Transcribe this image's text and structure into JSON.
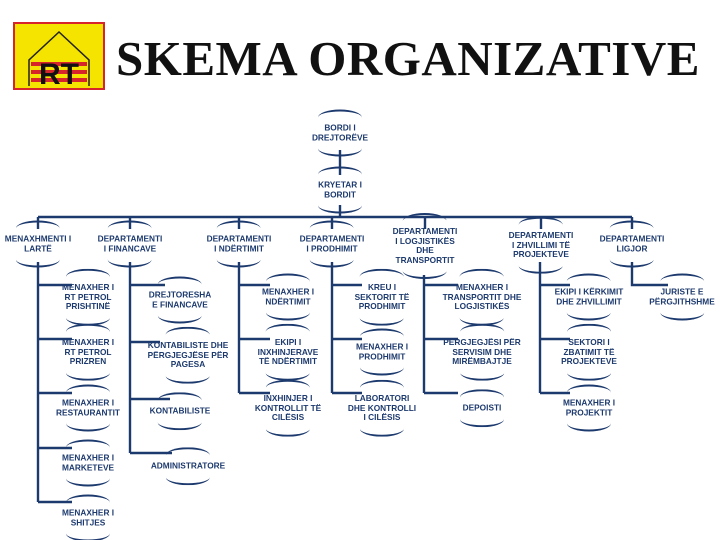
{
  "header": {
    "title": "SKEMA ORGANIZATIVE",
    "logo_text": "RT"
  },
  "colors": {
    "navy": "#1d3a6e",
    "logo_yellow": "#f5e400",
    "logo_red": "#d7262b"
  },
  "top": [
    {
      "label": "BORDI I\nDREJTORËVE"
    },
    {
      "label": "KRYETAR I\nBORDIT"
    }
  ],
  "departments": [
    {
      "label": "MENAXHMENTI I\nLARTË",
      "children": [
        "MENAXHER I\nRT PETROL\nPRISHTINË",
        "MENAXHER I\nRT PETROL\nPRIZREN",
        "MENAXHER I\nRESTAURANTIT",
        "MENAXHER I\nMARKETEVE",
        "MENAXHER I\nSHITJES"
      ]
    },
    {
      "label": "DEPARTAMENTI\nI FINANCAVE",
      "children": [
        "DREJTORESHA\nE FINANCAVE",
        "KONTABILISTE DHE\nPËRGJEGJËSE PËR\nPAGESA",
        "KONTABILISTE",
        "ADMINISTRATORE"
      ]
    },
    {
      "label": "DEPARTAMENTI\nI NDËRTIMIT",
      "children": [
        "MENAXHER I\nNDËRTIMIT",
        "EKIPI I\nINXHINJERAVE\nTË NDËRTIMIT",
        "INXHINJER I\nKONTROLLIT TË\nCILËSIS"
      ]
    },
    {
      "label": "DEPARTAMENTI\nI PRODHIMIT",
      "children": [
        "KREU I\nSEKTORIT TË\nPRODHIMIT",
        "MENAXHER I\nPRODHIMIT",
        "LABORATORI\nDHE KONTROLLI\nI CILËSIS"
      ]
    },
    {
      "label": "DEPARTAMENTI\nI LOGJISTIKËS\nDHE\nTRANSPORTIT",
      "children": [
        "MENAXHER I\nTRANSPORTIT DHE\nLOGJISTIKËS",
        "PËRGJEGJËSI PËR\nSERVISIM DHE\nMIRËMBAJTJE",
        "DEPOISTI"
      ]
    },
    {
      "label": "DEPARTAMENTI\nI ZHVILLIMI TË\nPROJEKTEVE",
      "children": [
        "EKIPI I KËRKIMIT\nDHE ZHVILLIMIT",
        "SEKTORI I\nZBATIMIT TË\nPROJEKTEVE",
        "MENAXHER I\nPROJEKTIT"
      ]
    },
    {
      "label": "DEPARTAMENTI\nLIGJOR",
      "children": [
        "JURISTE E\nPËRGJITHSHME"
      ]
    }
  ]
}
